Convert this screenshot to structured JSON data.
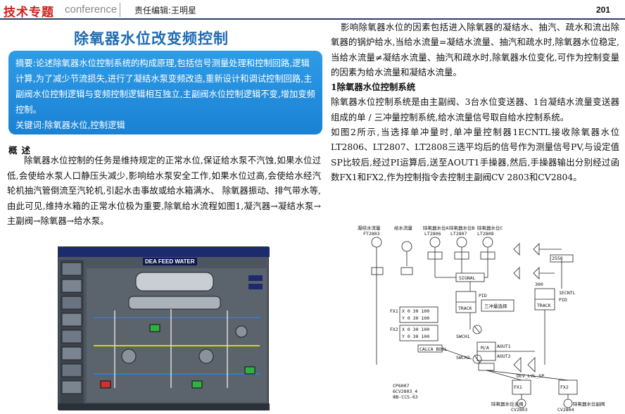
{
  "header": {
    "brand": "技术专题",
    "conference": "conference",
    "editor": "责任编辑:王明星",
    "page_number": "201"
  },
  "title": "除氧器水位改变频控制",
  "abstract": {
    "text": "摘要:论述除氧器水位控制系统的构成原理,包括信号测量处理和控制回路,逻辑计算,为了减少节流损失,进行了凝结水泵变频改造,重新设计和调试控制回路,主副阀水位控制逻辑与变频控制逻辑相互独立,主副阀水位控制逻辑不变,增加变频控制。",
    "keywords": "关键词:除氧器水位,控制逻辑"
  },
  "overview": {
    "heading": "概述",
    "body": "除氧器水位控制的任务是维持规定的正常水位,保证给水泵不汽蚀,如果水位过低,会使给水泵人口静压头减少,影响给水泵安全工作,如果水位过高,会使给水经汽轮机抽汽管倒流至汽轮机,引起水击事故或给水箱满水、 除氧器振动、排气带水等,由此可见,维持水箱的正常水位极为重要,除氧给水流程如图1,凝汽器→凝结水泵→主副阀→除氧器→给水泵。"
  },
  "scada_image": {
    "banner": "DEA FEED WATER"
  },
  "right": {
    "intro": "影响除氧器水位的因素包括进入除氧器的凝结水、抽汽、疏水和流出除氧器的锅炉给水,当给水流量=凝结水流量、抽汽和疏水时,除氧器水位稳定,当给水流量≠凝结水流量、抽汽和疏水时,除氧器水位变化,可作为控制变量的因素为给水流量和凝结水流量。",
    "section_title": "1除氧器水位控制系统",
    "para1": "除氧器水位控制系统是由主副阀、3台水位变送器、1台凝结水流量变送器组成的单 / 三冲量控制系统,给水流量信号取自给水控制系统。",
    "para2": "如图2所示,当选择单冲量时,单冲量控制器1ECNTL接收除氧器水位LT2806、LT2807、LT2808三选平均后的信号作为测量信号PV,与设定值SP比较后,经过PI运算后,送至AOUT1手操器,然后,手操器输出分别经过函数FX1和FX2,作为控制指令去控制主副阀CV 2803和CV2804。"
  },
  "diagram": {
    "labels": {
      "cond_flow": "凝结水流量",
      "ft2803": "FT2803",
      "feed_flow": "给水流量",
      "lt_a": "除氧器水位A",
      "lt_b": "除氧器水位B",
      "lt_c": "除氧器水位C",
      "lt2806": "LT2806",
      "lt2807": "LT2807",
      "lt2808": "LT2808",
      "v2550": "2550",
      "v300": "300",
      "ecntl": "1ECNTL",
      "pid1": "PID",
      "pid2": "PID",
      "signal": "SIGNAL",
      "track1": "TRACK",
      "track2": "TRACK",
      "fx1": "FX1",
      "fx2": "FX2",
      "fx1_x": "X  0  30  100",
      "fx1_y": "Y  0  30  100",
      "fx2_x": "X  0  30  100",
      "fx2_y": "Y  0  30  100",
      "triple": "三冲量选择",
      "swch1": "SWCH1",
      "swch2": "SWCH2",
      "calca": "CALCA BOOL",
      "aout1": "AOUT1",
      "aout2": "AOUT2",
      "ma": "M/A",
      "dev": "DEV_LVL_SP",
      "fx1b": "FX1",
      "fx2b": "FX2",
      "cp": "CP6007",
      "cp2": "6CV2803_4",
      "cp3": "ⅢB-CCS-63",
      "cv2803": "CV2803",
      "cv2804": "CV2804",
      "main_valve": "除氧器水位主阀",
      "sub_valve": "除氧器水位副阀"
    }
  }
}
